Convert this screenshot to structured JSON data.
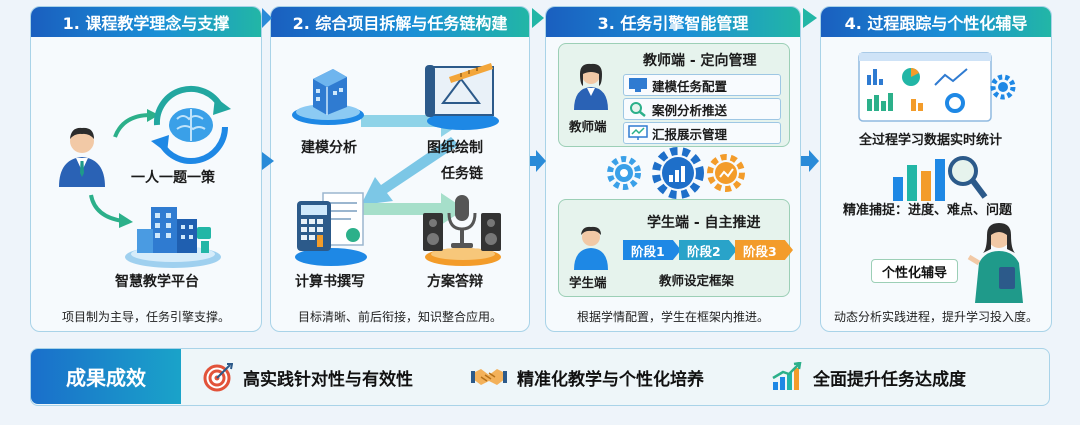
{
  "panels": [
    {
      "title": "1. 课程教学理念与支撑",
      "labels": [
        "一人一题一策",
        "智慧教学平台"
      ],
      "footer": "项目制为主导，任务引擎支撑。"
    },
    {
      "title": "2. 综合项目拆解与任务链构建",
      "labels": [
        "建模分析",
        "图纸绘制",
        "任务链",
        "计算书撰写",
        "方案答辩"
      ],
      "footer": "目标清晰、前后衔接，知识整合应用。"
    },
    {
      "title": "3. 任务引擎智能管理",
      "teacher": {
        "role": "教师端",
        "heading": "教师端 - 定向管理",
        "items": [
          "建模任务配置",
          "案例分析推送",
          "汇报展示管理"
        ]
      },
      "student": {
        "role": "学生端",
        "heading": "学生端 - 自主推进",
        "stages": [
          "阶段1",
          "阶段2",
          "阶段3"
        ],
        "framework": "教师设定框架"
      },
      "footer": "根据学情配置，学生在框架内推进。"
    },
    {
      "title": "4. 过程跟踪与个性化辅导",
      "labels": [
        "全过程学习数据实时统计",
        "精准捕捉：进度、难点、问题",
        "个性化辅导"
      ],
      "footer": "动态分析实践进程，提升学习投入度。"
    }
  ],
  "results": {
    "title": "成果成效",
    "items": [
      "高实践针对性与有效性",
      "精准化教学与个性化培养",
      "全面提升任务达成度"
    ]
  },
  "colors": {
    "header_start": "#1a5fbf",
    "header_end": "#22b6a6",
    "stage1": "#1e88e5",
    "stage2": "#29a3c9",
    "stage3": "#f39c2a",
    "accent_green": "#2cb08a",
    "accent_orange": "#f39c2a"
  },
  "icons": [
    "teacher-avatar",
    "brain-cycle",
    "smart-building",
    "data-blocks",
    "blueprint",
    "calculator-doc",
    "speaker-mic",
    "gears",
    "student-avatar",
    "dashboard",
    "bar-magnifier",
    "advisor",
    "target",
    "handshake",
    "growth-chart"
  ]
}
